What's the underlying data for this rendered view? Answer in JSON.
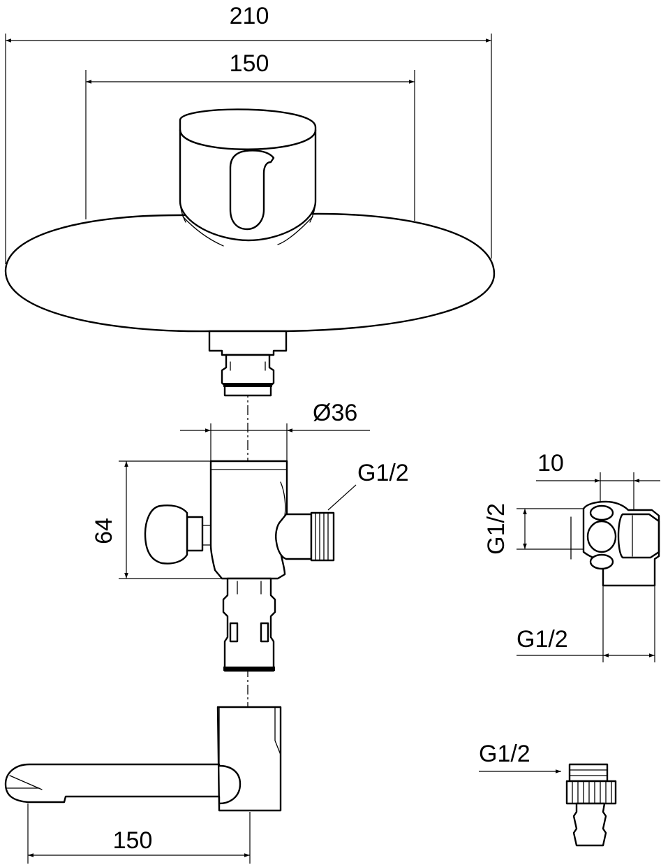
{
  "drawing": {
    "labels": {
      "overall_width": "210",
      "plate_width": "150",
      "valve_diameter": "Ø36",
      "valve_height": "64",
      "valve_outlet_thread": "G1/2",
      "adapter_offset": "10",
      "adapter_thread_side": "G1/2",
      "adapter_thread_bottom": "G1/2",
      "spout_length": "150",
      "nipple_thread": "G1/2"
    }
  }
}
